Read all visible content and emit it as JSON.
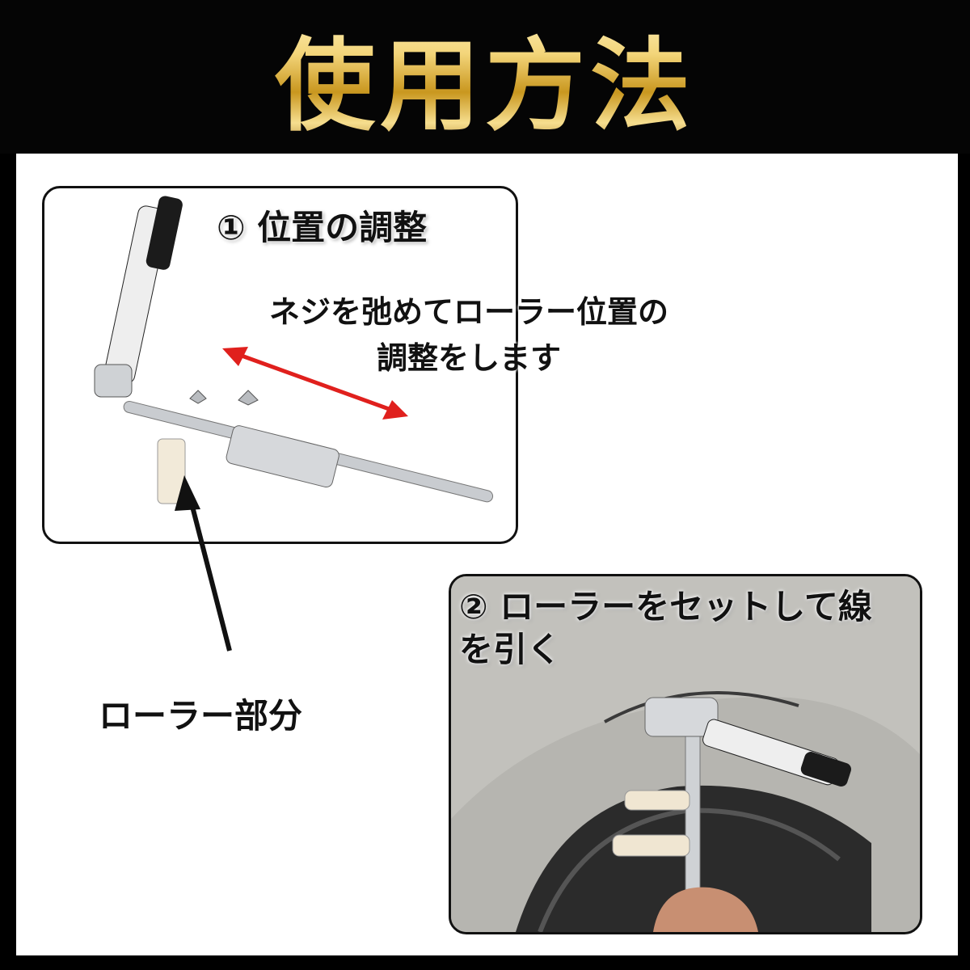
{
  "header": {
    "title": "使用方法"
  },
  "steps": [
    {
      "label": "① 位置の調整",
      "description": "ネジを弛めてローラー位置の調整をします"
    },
    {
      "label": "② ローラーをセットして線を引く"
    }
  ],
  "callouts": {
    "roller": "ローラー部分"
  },
  "colors": {
    "background": "#000000",
    "title_gold": "#d8a93a",
    "arrow_red": "#e0201d"
  }
}
